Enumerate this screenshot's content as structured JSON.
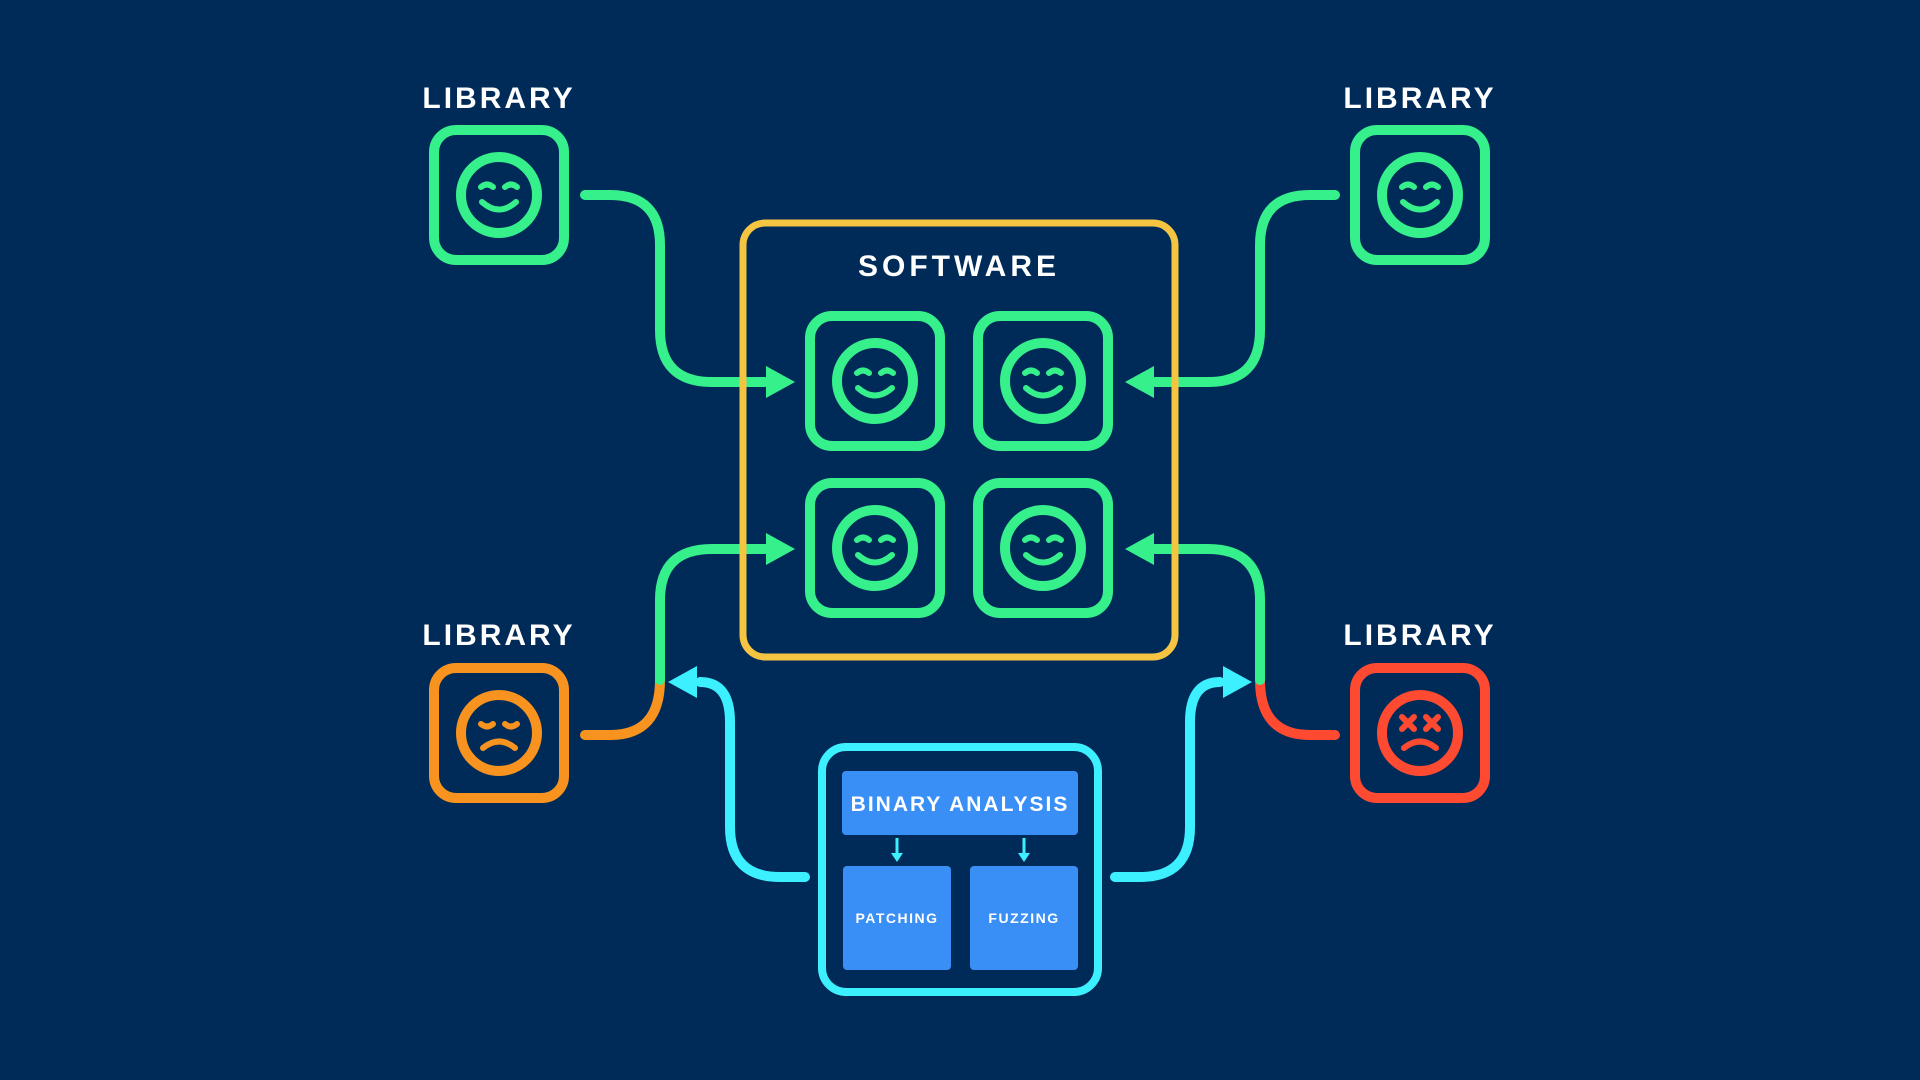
{
  "colors": {
    "background": "#002b59",
    "happy": "#36f08c",
    "neutral": "#f7931e",
    "broken": "#ff4a32",
    "software_border": "#f5c542",
    "analysis": "#3df0ff",
    "analysis_fill": "#3a8ff6"
  },
  "libraries": {
    "top_left": {
      "label": "LIBRARY",
      "status": "happy",
      "icon": "happy-face-icon"
    },
    "top_right": {
      "label": "LIBRARY",
      "status": "happy",
      "icon": "happy-face-icon"
    },
    "bottom_left": {
      "label": "LIBRARY",
      "status": "neutral",
      "icon": "sad-face-icon"
    },
    "bottom_right": {
      "label": "LIBRARY",
      "status": "broken",
      "icon": "dead-face-icon"
    }
  },
  "software": {
    "title": "SOFTWARE",
    "components": [
      {
        "icon": "happy-face-icon"
      },
      {
        "icon": "happy-face-icon"
      },
      {
        "icon": "happy-face-icon"
      },
      {
        "icon": "happy-face-icon"
      }
    ]
  },
  "analysis": {
    "title": "BINARY ANALYSIS",
    "patching": "PATCHING",
    "fuzzing": "FUZZING"
  }
}
